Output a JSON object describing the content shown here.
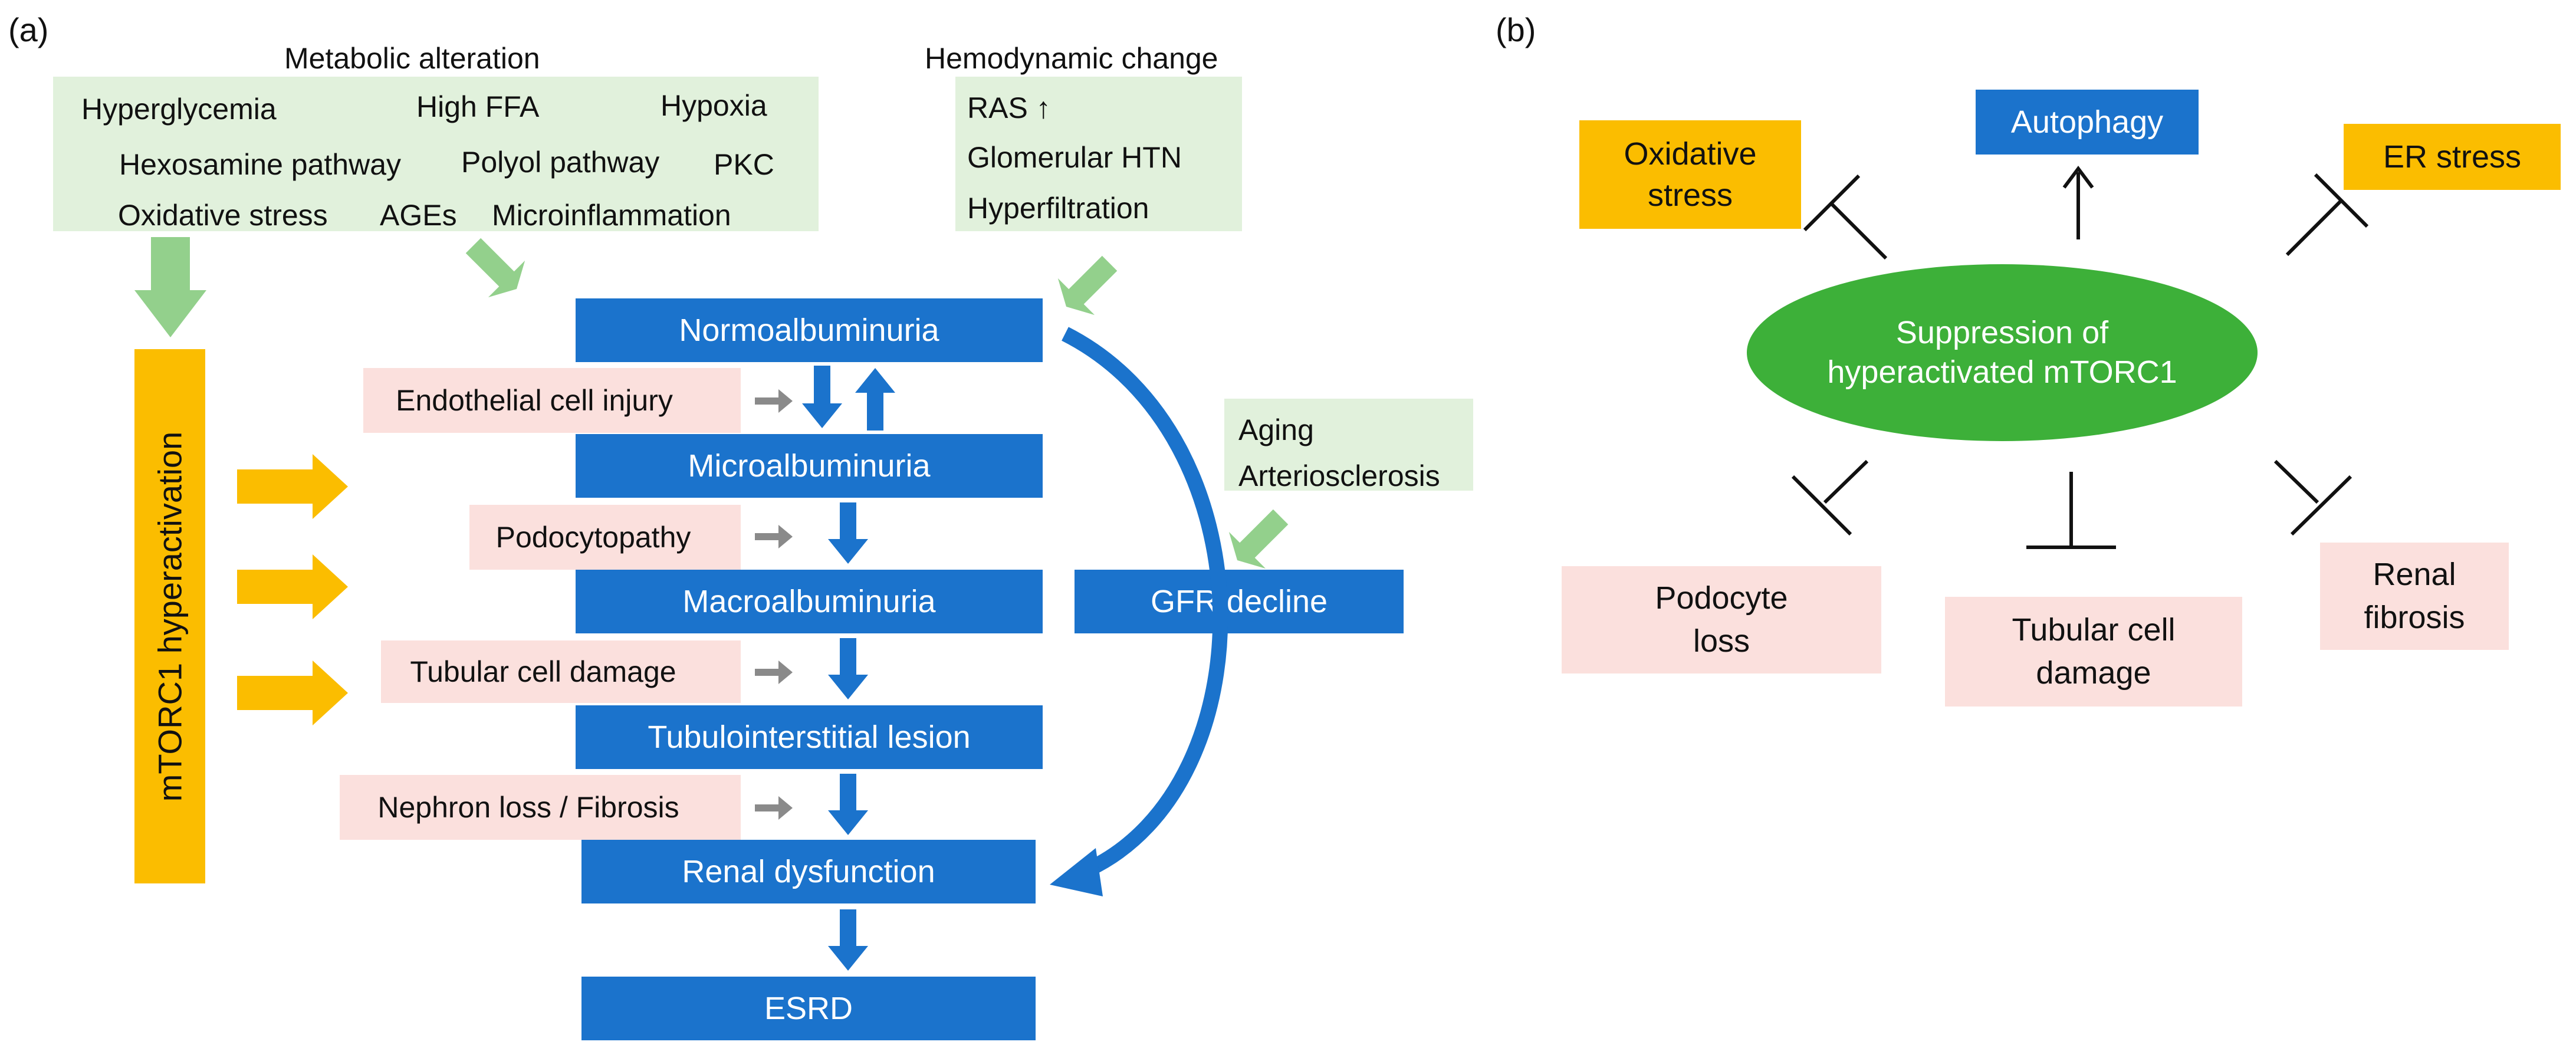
{
  "panel_a": {
    "label": "(a)",
    "metabolic": {
      "title": "Metabolic alteration",
      "items": [
        "Hyperglycemia",
        "High FFA",
        "Hypoxia",
        "Hexosamine pathway",
        "Polyol pathway",
        "PKC",
        "Oxidative stress",
        "AGEs",
        "Microinflammation"
      ]
    },
    "hemodynamic": {
      "title": "Hemodynamic change",
      "items": [
        "RAS ↑",
        "Glomerular HTN",
        "Hyperfiltration"
      ]
    },
    "mtorc1_label": "mTORC1 hyperactivation",
    "stages": [
      "Normoalbuminuria",
      "Microalbuminuria",
      "Macroalbuminuria",
      "Tubulointerstitial lesion",
      "Renal dysfunction",
      "ESRD"
    ],
    "injuries": [
      "Endothelial cell injury",
      "Podocytopathy",
      "Tubular cell damage",
      "Nephron loss / Fibrosis"
    ],
    "aging": [
      "Aging",
      "Arteriosclerosis"
    ],
    "gfr_decline": "GFR decline"
  },
  "panel_b": {
    "label": "(b)",
    "center": [
      "Suppression of",
      "hyperactivated mTORC1"
    ],
    "autophagy": "Autophagy",
    "oxidative_stress": [
      "Oxidative",
      "stress"
    ],
    "er_stress": "ER stress",
    "podocyte_loss": [
      "Podocyte",
      "loss"
    ],
    "tubular_damage": [
      "Tubular cell",
      "damage"
    ],
    "renal_fibrosis": [
      "Renal",
      "fibrosis"
    ]
  },
  "colors": {
    "blue": "#1b73cc",
    "light_green": "#e1f1dc",
    "arrow_green": "#93d08c",
    "pink": "#fbe0dd",
    "orange": "#fbbd00",
    "ellipse_green": "#3db039",
    "gray_arrow": "#8a8a8a"
  }
}
